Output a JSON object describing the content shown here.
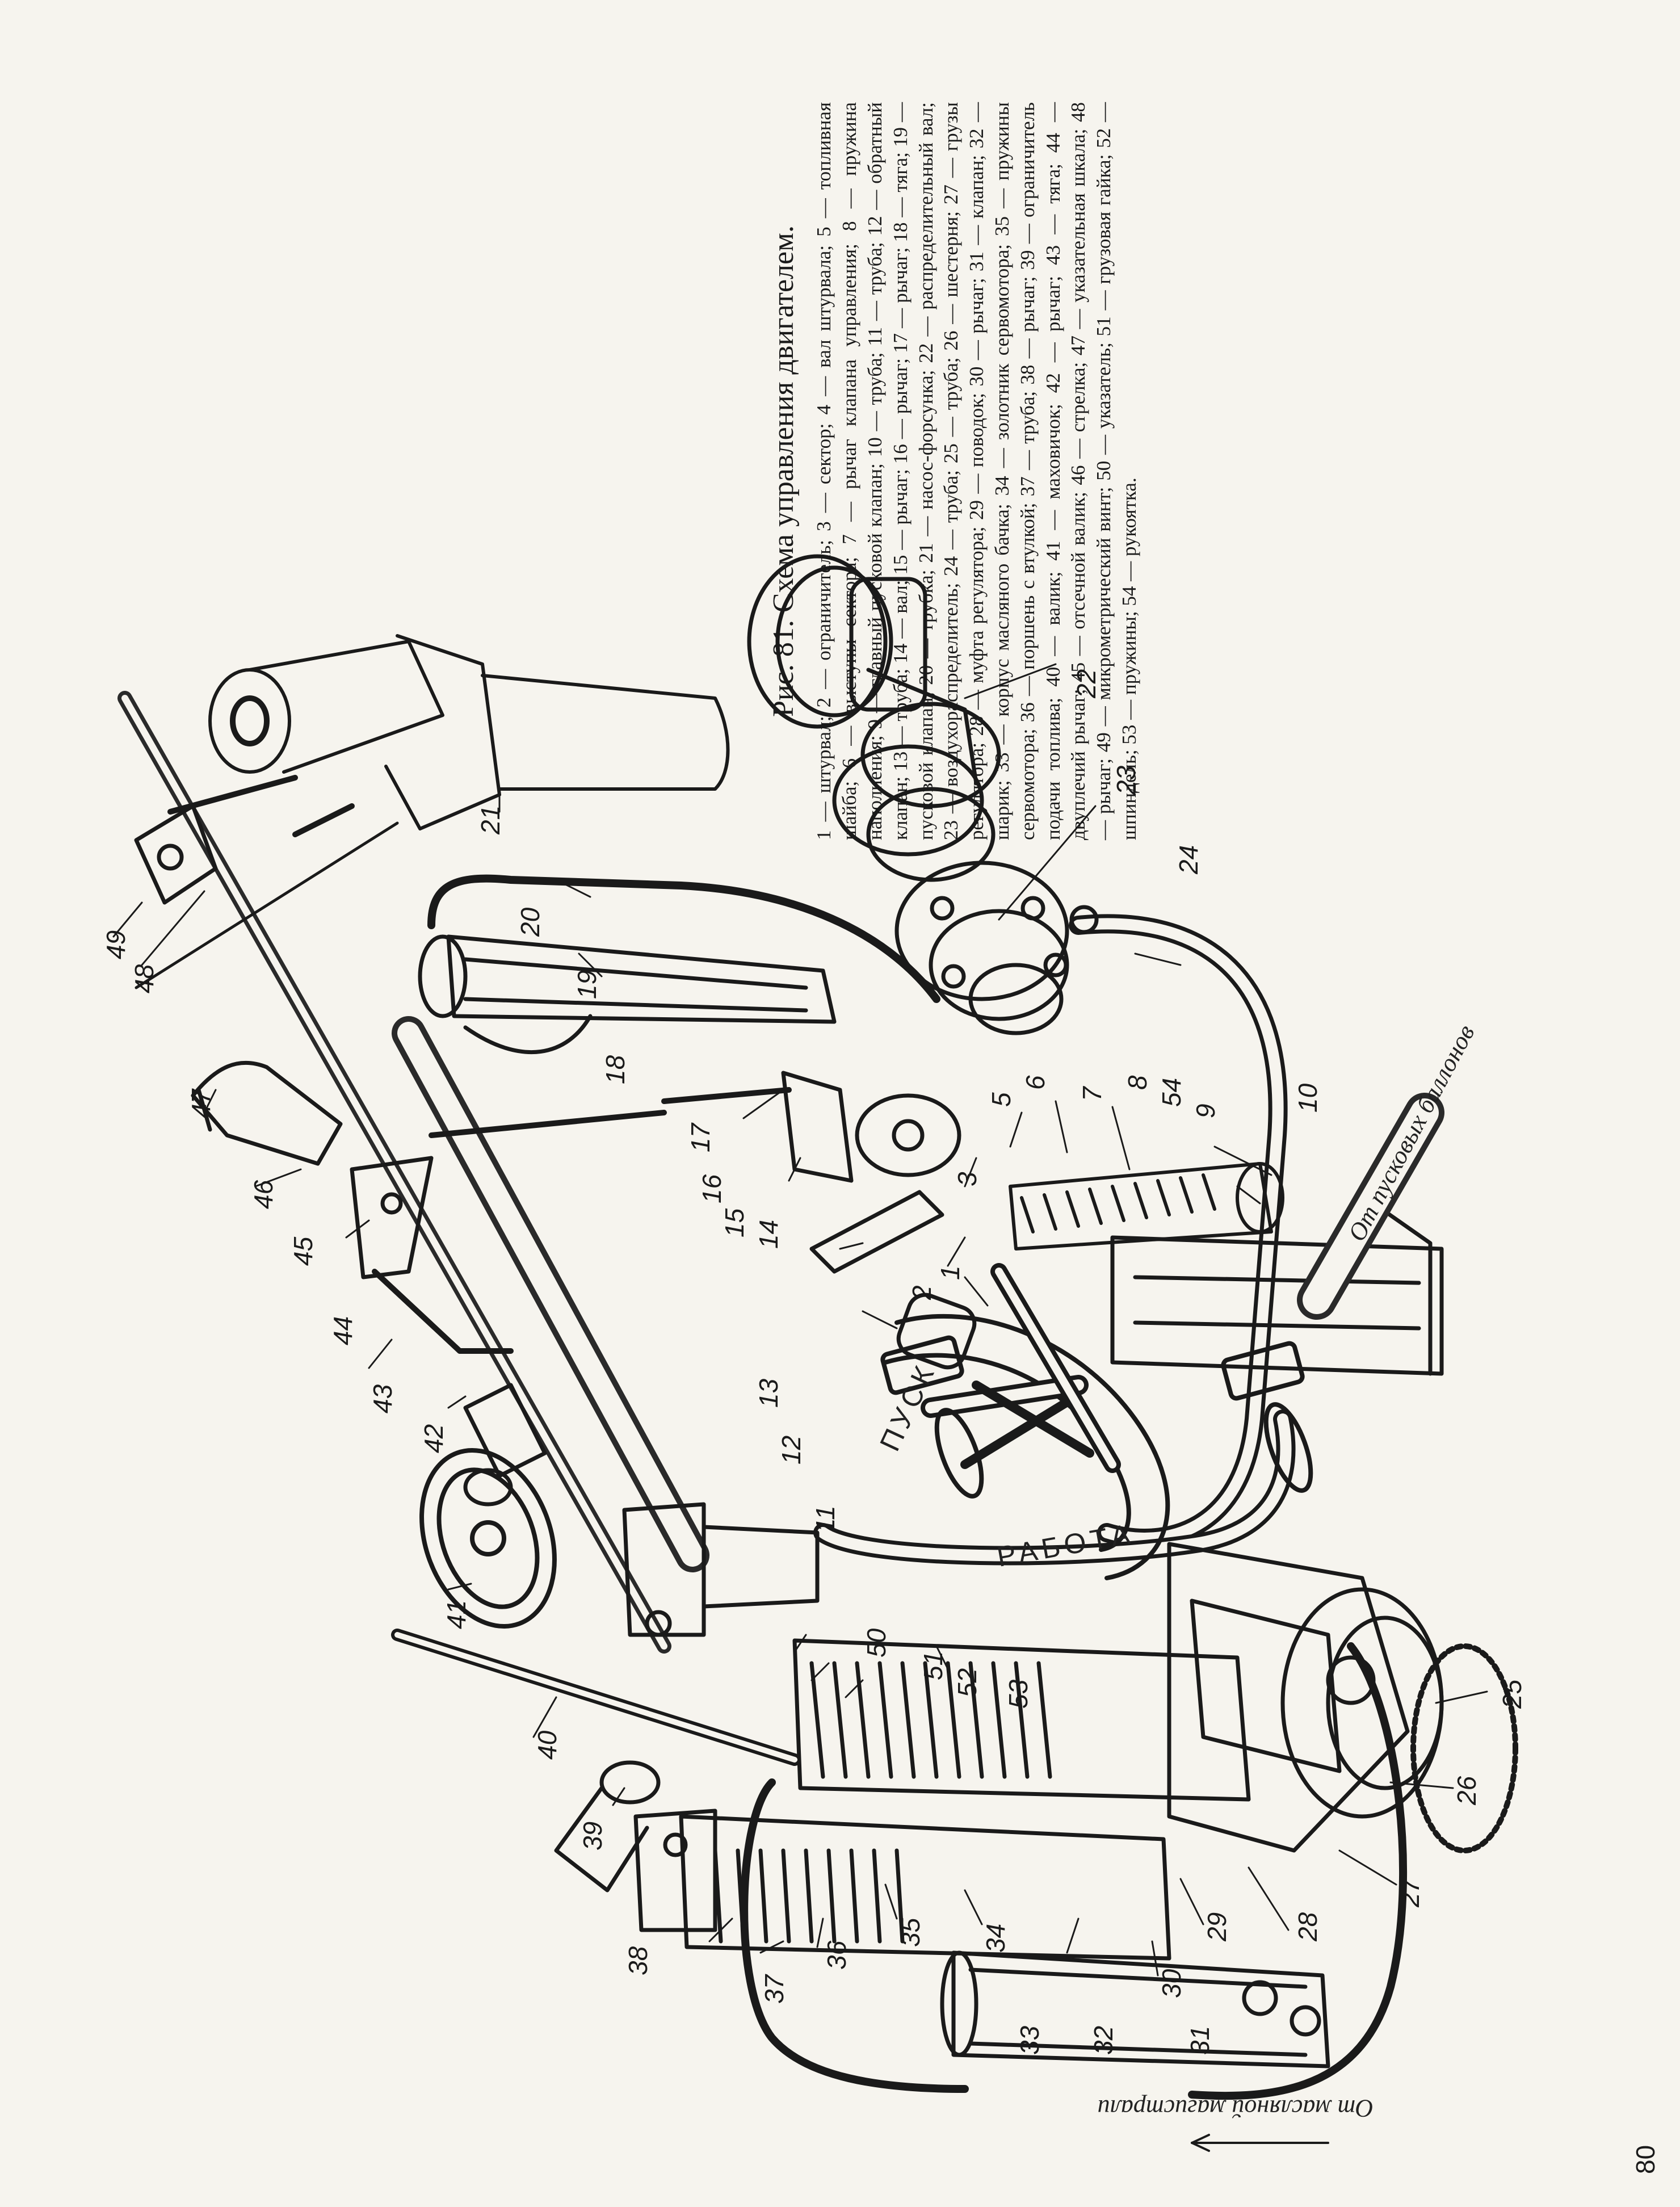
{
  "caption": {
    "title": "Рис. 81. Схема управления двигателем.",
    "legend": "1 — штурвал; 2 — ограничитель; 3 — сектор; 4 — вал штурвала; 5 — топливная шайба; 6 — выступы сектора; 7 — рычаг клапана управления; 8 — пружина наполнения; 9 — главный пусковой клапан; 10 — труба; 11 — труба; 12 — обратный клапан; 13 — труба; 14 — вал; 15 — рычаг; 16 — рычаг; 17 — рычаг; 18 — тяга; 19 — пусковой клапан; 20 — трубка; 21 — насос-форсунка; 22 — распределительный вал; 23 — воздухораспределитель; 24 — труба; 25 — труба; 26 — шестерня; 27 — грузы регулятора; 28 — муфта регулятора; 29 — поводок; 30 — рычаг; 31 — клапан; 32 — шарик; 33 — корпус масляного бачка; 34 — золотник сервомотора; 35 — пружины сервомотора; 36 — поршень с втулкой; 37 — труба; 38 — рычаг; 39 — ограничитель подачи топлива; 40 — валик; 41 — маховичок; 42 — рычаг; 43 — тяга; 44 — двуплечий рычаг; 45 — отсечной валик; 46 — стрелка; 47 — указательная шкала; 48 — рычаг; 49 — микрометрический винт; 50 — указатель; 51 — грузовая гайка; 52 — шпиндель; 53 — пружины; 54 — рукоятка."
  },
  "dial": {
    "start": "ПУСК",
    "work": "РАБОТА"
  },
  "annotations": {
    "from_start_cylinders": "От пусковых баллонов",
    "from_oil_main": "От масляной магистрали"
  },
  "page_number": "80",
  "part_labels": {
    "n1": "1",
    "n2": "2",
    "n3": "3",
    "n5": "5",
    "n6": "6",
    "n7": "7",
    "n8": "8",
    "n9": "9",
    "n10": "10",
    "n11": "11",
    "n12": "12",
    "n13": "13",
    "n14": "14",
    "n15": "15",
    "n16": "16",
    "n17": "17",
    "n18": "18",
    "n19": "19",
    "n20": "20",
    "n21": "21",
    "n22": "22",
    "n23": "23",
    "n24": "24",
    "n25": "25",
    "n26": "26",
    "n27": "27",
    "n28": "28",
    "n29": "29",
    "n30": "30",
    "n31": "31",
    "n32": "32",
    "n33": "33",
    "n34": "34",
    "n35": "35",
    "n36": "36",
    "n37": "37",
    "n38": "38",
    "n39": "39",
    "n40": "40",
    "n41": "41",
    "n42": "42",
    "n43": "43",
    "n44": "44",
    "n45": "45",
    "n46": "46",
    "n47": "47",
    "n48": "48",
    "n49": "49",
    "n50": "50",
    "n51": "51",
    "n52": "52",
    "n53": "53",
    "n54": "54"
  }
}
